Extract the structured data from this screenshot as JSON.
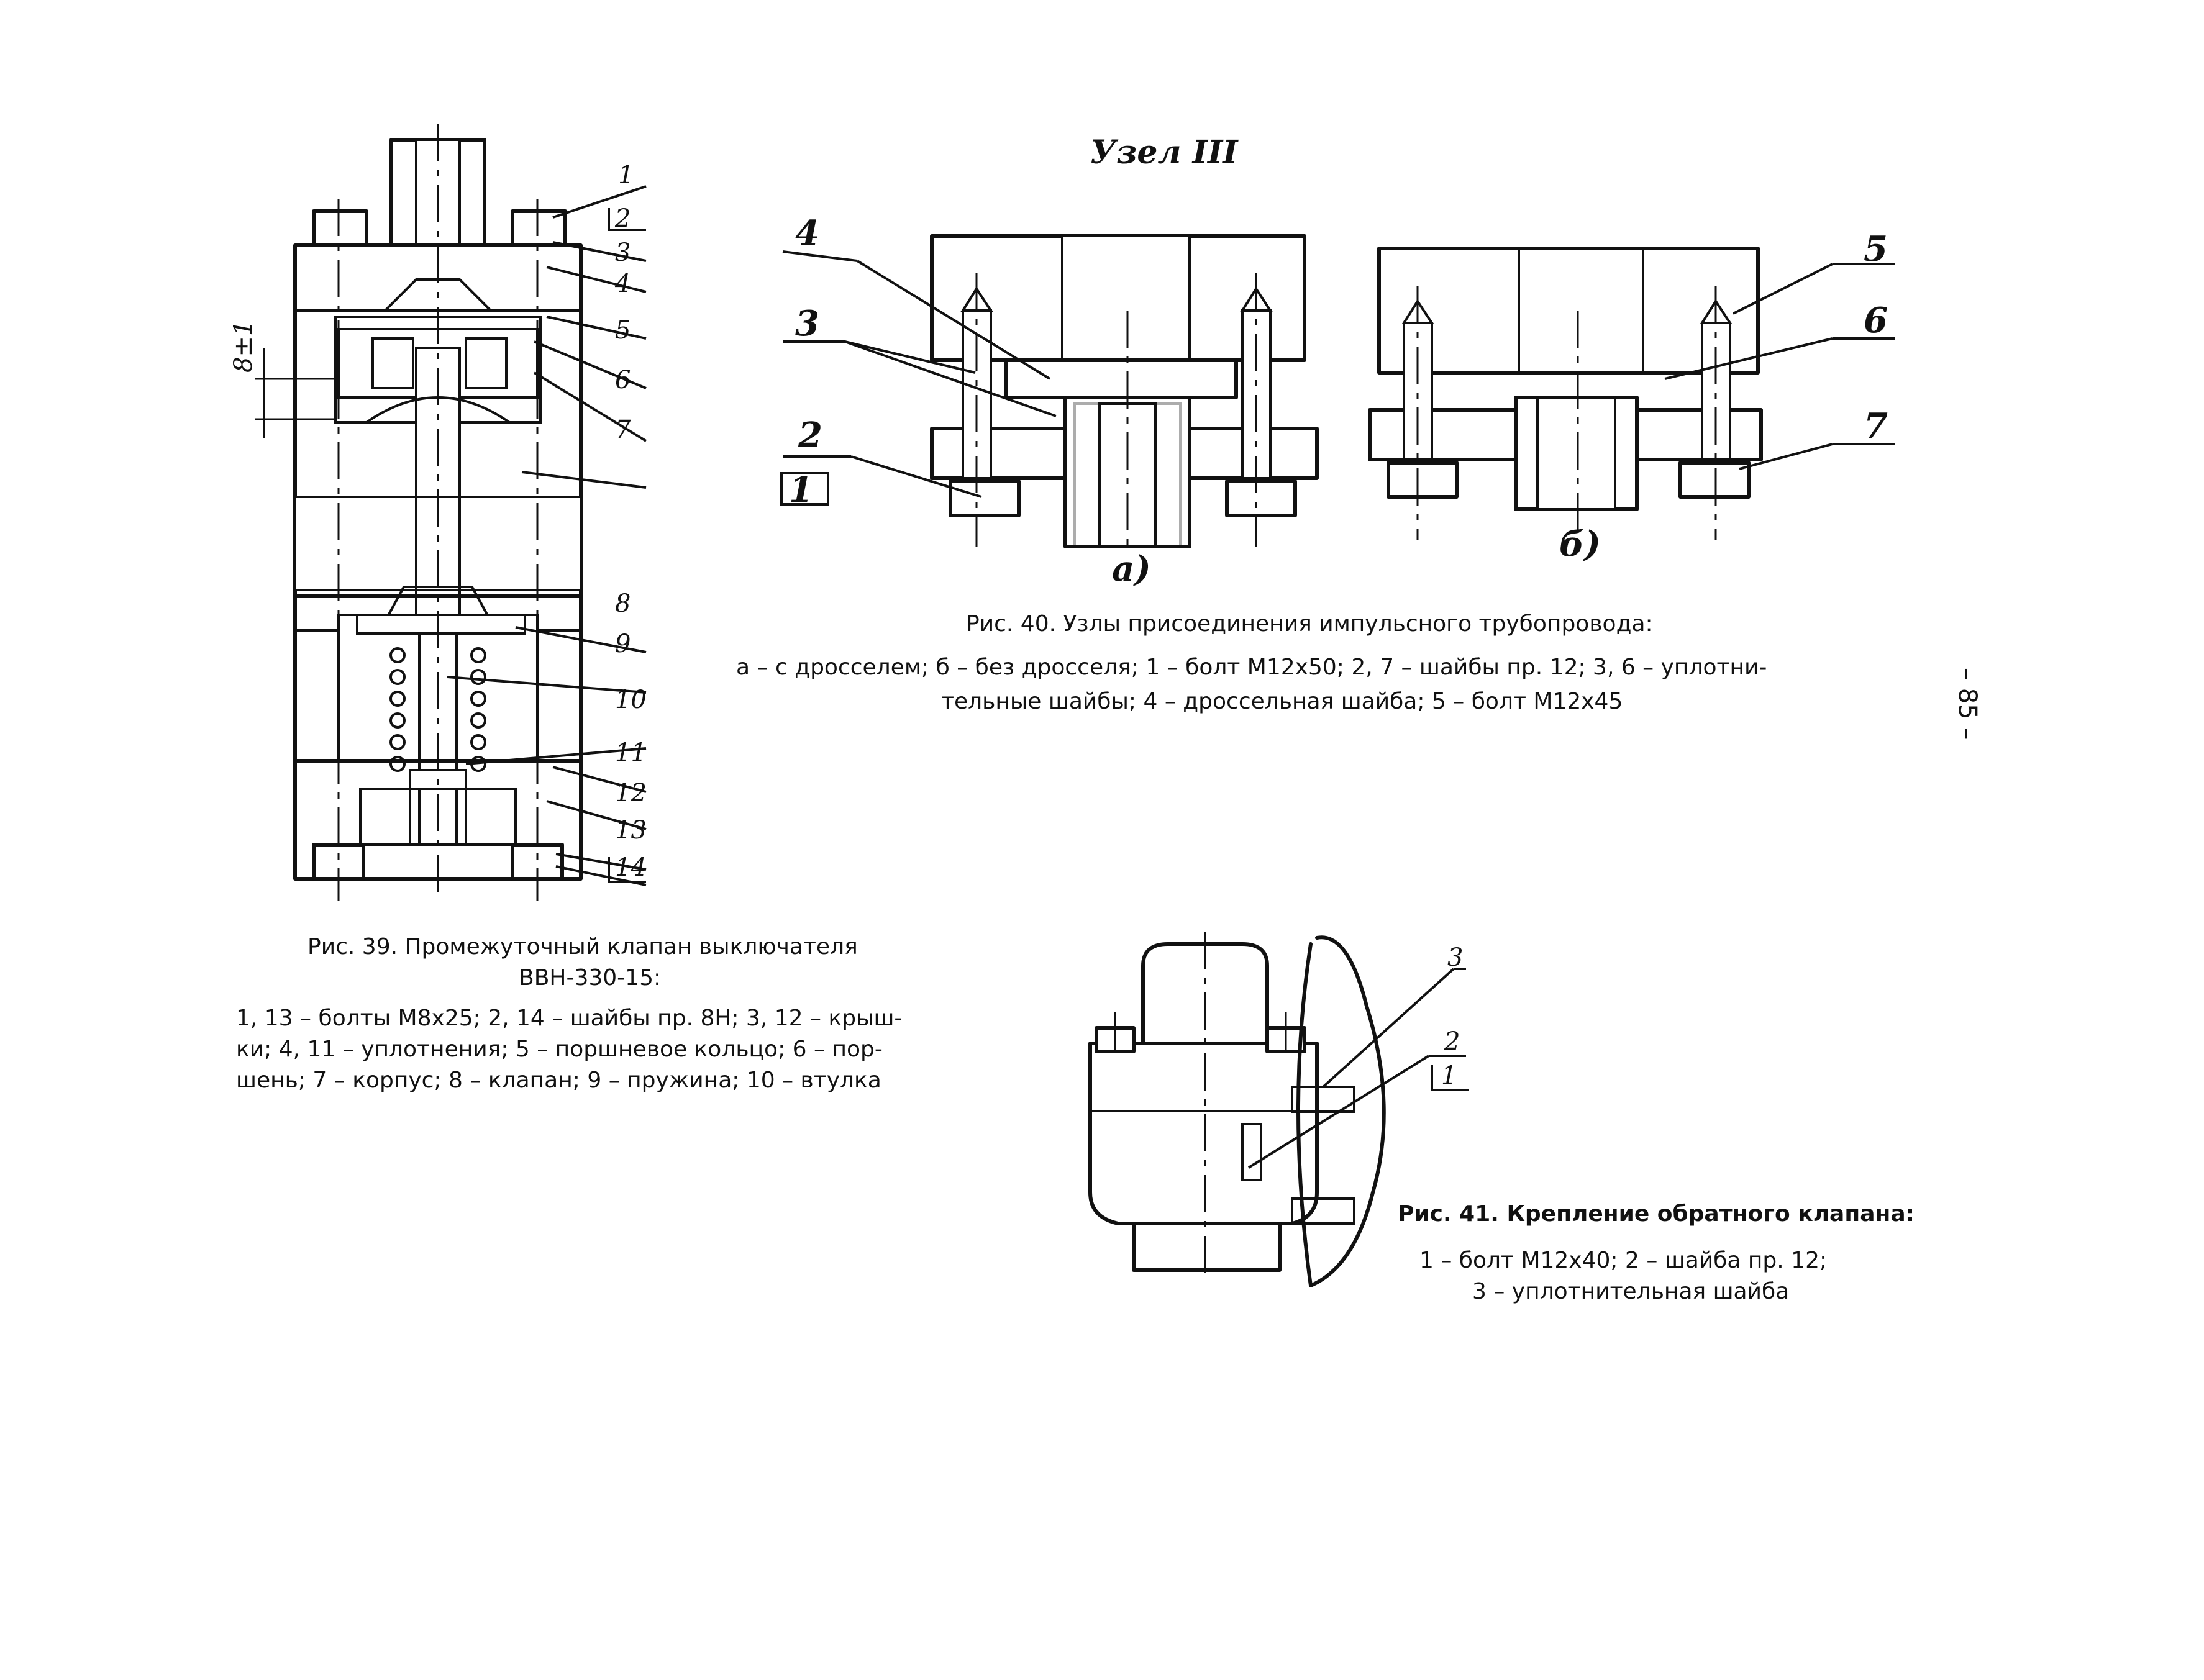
{
  "header": {
    "node_title": "Узел III",
    "page_number": "– 85 –"
  },
  "fig39": {
    "caption_title_line1": "Рис. 39. Промежуточный клапан выключателя",
    "caption_title_line2": "ВВН-330-15:",
    "legend_line1": "1, 13 – болты М8х25; 2, 14 – шайбы пр. 8Н; 3, 12 – крыш-",
    "legend_line2": "ки; 4, 11 – уплотнения; 5 – поршневое кольцо; 6 – пор-",
    "legend_line3": "шень; 7 – корпус; 8 – клапан; 9 – пружина; 10 – втулка",
    "dimension": "8±1",
    "part_numbers": [
      "1",
      "2",
      "3",
      "4",
      "5",
      "6",
      "7",
      "8",
      "9",
      "10",
      "11",
      "12",
      "13",
      "14"
    ]
  },
  "fig40": {
    "caption_title": "Рис. 40. Узлы присоединения импульсного трубопровода:",
    "legend_line1": "а – с дросселем; б – без дросселя; 1 – болт М12х50; 2, 7 – шайбы пр. 12; 3, 6 – уплотни-",
    "legend_line2": "тельные шайбы; 4 – дроссельная шайба; 5 – болт М12х45",
    "variant_a": "а)",
    "variant_b": "б)",
    "part_numbers": [
      "1",
      "2",
      "3",
      "4",
      "5",
      "6",
      "7"
    ]
  },
  "fig41": {
    "caption_title": "Рис. 41. Крепление обратного клапана:",
    "legend_line1": "1 – болт М12х40; 2 – шайба пр. 12;",
    "legend_line2": "3 – уплотнительная шайба",
    "part_numbers": [
      "1",
      "2",
      "3"
    ]
  }
}
